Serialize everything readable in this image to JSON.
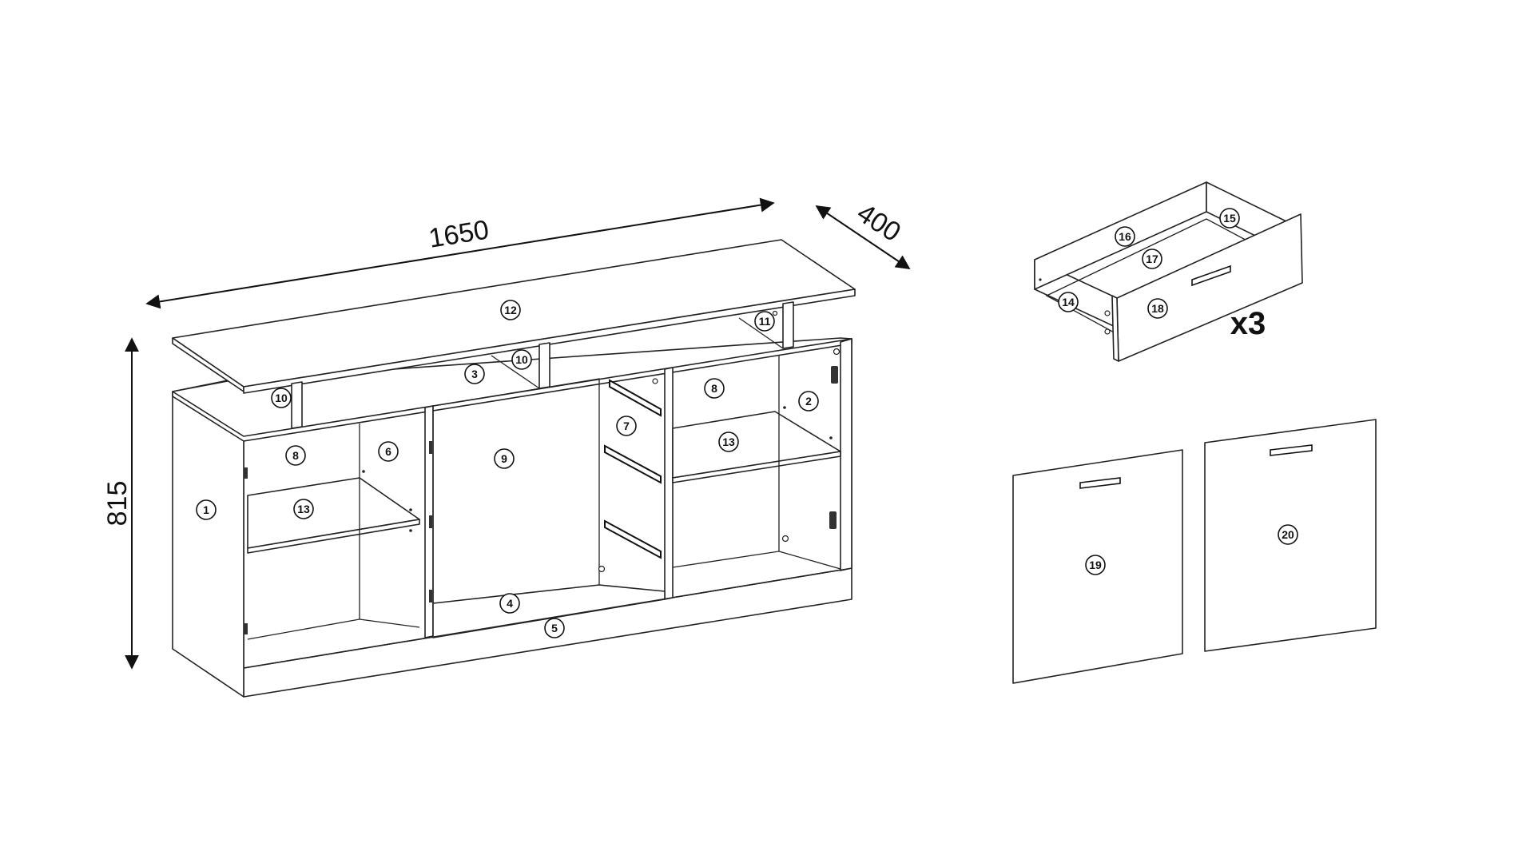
{
  "dimensions": {
    "width": "1650",
    "depth": "400",
    "height": "815"
  },
  "callouts": [
    "1",
    "2",
    "3",
    "4",
    "5",
    "6",
    "7",
    "8",
    "9",
    "10",
    "11",
    "12",
    "13",
    "14",
    "15",
    "16",
    "17",
    "18",
    "19",
    "20"
  ],
  "drawer_multiplier": "x3",
  "colors": {
    "line": "#222222",
    "background": "#ffffff"
  }
}
